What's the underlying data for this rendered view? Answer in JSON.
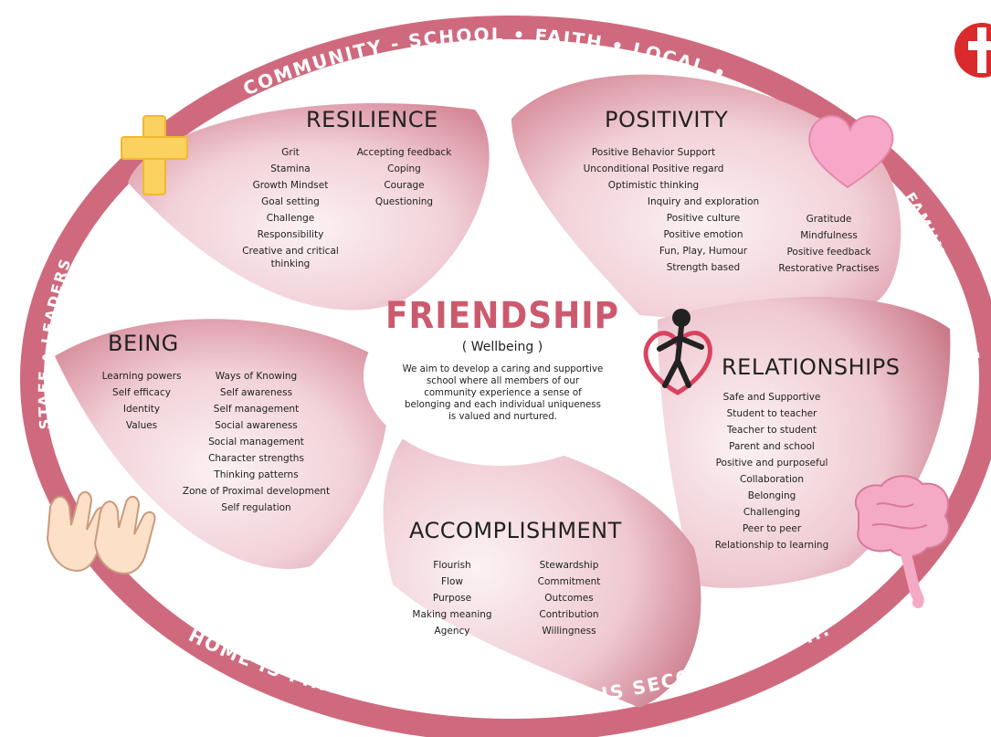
{
  "colors": {
    "ring": "#cf6a7e",
    "petal_light": "#f8e6ea",
    "petal_dark": "#d48796",
    "title_pink": "#cc5a6e",
    "cross": "#fbd15f",
    "heart": "#f7a8c8",
    "brain": "#f4a9c4"
  },
  "ring": {
    "top_text": "COMMUNITY - SCHOOL • FAITH • LOCAL • GLOBAL",
    "right_text": "FAMILY • PARENTS",
    "left_text": "STAFF • LEADERS",
    "bottom_text": "HOME IS FIRST SCHOOL ... SCHOOL IS SECOND HOME ... ENVIRONMENT IS THIRD TEACHER"
  },
  "center": {
    "title": "FRIENDSHIP",
    "subtitle": "( Wellbeing )",
    "description": "We aim to develop a caring and supportive school where all members of our community experience a sense of belonging and each individual uniqueness is valued and nurtured."
  },
  "resilience": {
    "title": "RESILIENCE",
    "col1": [
      "Grit",
      "Stamina",
      "Growth Mindset",
      "Goal setting",
      "Challenge",
      "Responsibility",
      "Creative and critical thinking"
    ],
    "col2": [
      "Accepting feedback",
      "Coping",
      "Courage",
      "Questioning"
    ]
  },
  "positivity": {
    "title": "POSITIVITY",
    "col1": [
      "Positive Behavior Support",
      "Unconditional Positive regard",
      "Optimistic thinking"
    ],
    "col2": [
      "Inquiry and exploration",
      "Positive culture",
      "Positive emotion",
      "Fun, Play, Humour",
      "Strength based"
    ],
    "col3": [
      "Gratitude",
      "Mindfulness",
      "Positive feedback",
      "Restorative Practises"
    ]
  },
  "being": {
    "title": "BEING",
    "col1": [
      "Learning powers",
      "Self efficacy",
      "Identity",
      "Values"
    ],
    "col2": [
      "Ways of Knowing",
      "Self awareness",
      "Self management",
      "Social awareness",
      "Social management",
      "Character strengths",
      "Thinking patterns",
      "Zone of Proximal development",
      "Self regulation"
    ]
  },
  "relationships": {
    "title": "RELATIONSHIPS",
    "items": [
      "Safe and Supportive",
      "Student to teacher",
      "Teacher to student",
      "Parent and school",
      "Positive and purposeful",
      "Collaboration",
      "Belonging",
      "Challenging",
      "Peer to peer",
      "Relationship to learning"
    ]
  },
  "accomplishment": {
    "title": "ACCOMPLISHMENT",
    "col1": [
      "Flourish",
      "Flow",
      "Purpose",
      "Making meaning",
      "Agency"
    ],
    "col2": [
      "Stewardship",
      "Commitment",
      "Outcomes",
      "Contribution",
      "Willingness"
    ]
  },
  "icons": [
    "cross-icon",
    "heart-icon",
    "hands-icon",
    "brain-icon",
    "heart-figure-icon",
    "logo-icon"
  ]
}
